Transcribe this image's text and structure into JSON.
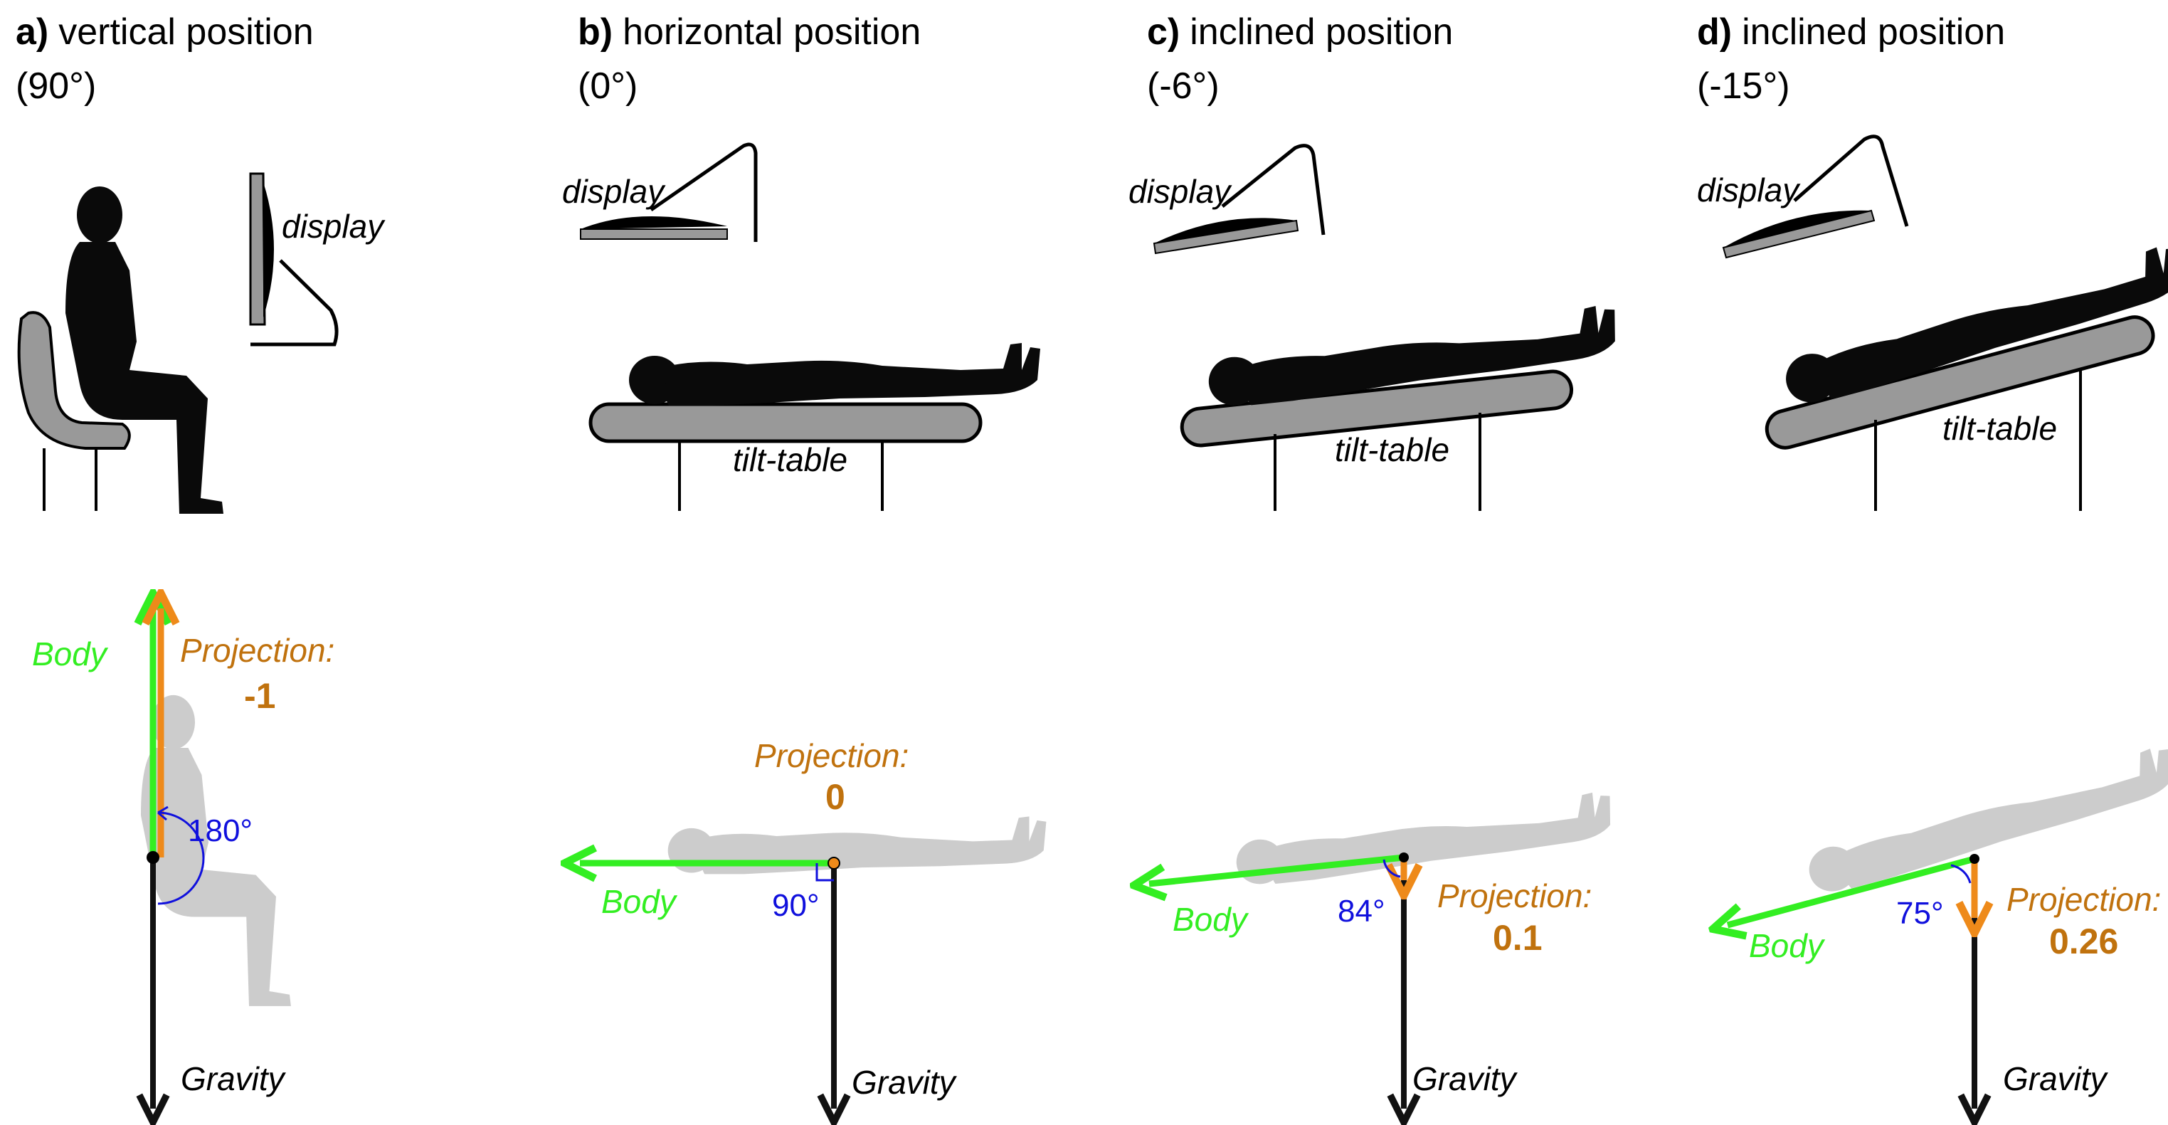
{
  "panels": [
    {
      "letter": "a)",
      "title": "vertical position",
      "angle_label": "(90°)",
      "display_label": "display",
      "table_label": "",
      "projection_label": "Projection:",
      "projection_value": "-1",
      "body_label": "Body",
      "gravity_label": "Gravity",
      "angle_text": "180°"
    },
    {
      "letter": "b)",
      "title": "horizontal position",
      "angle_label": "(0°)",
      "display_label": "display",
      "table_label": "tilt-table",
      "projection_label": "Projection:",
      "projection_value": "0",
      "body_label": "Body",
      "gravity_label": "Gravity",
      "angle_text": "90°"
    },
    {
      "letter": "c)",
      "title": "inclined position",
      "angle_label": "(-6°)",
      "display_label": "display",
      "table_label": "tilt-table",
      "projection_label": "Projection:",
      "projection_value": "0.1",
      "body_label": "Body",
      "gravity_label": "Gravity",
      "angle_text": "84°"
    },
    {
      "letter": "d)",
      "title": "inclined position",
      "angle_label": "(-15°)",
      "display_label": "display",
      "table_label": "tilt-table",
      "projection_label": "Projection:",
      "projection_value": "0.26",
      "body_label": "Body",
      "gravity_label": "Gravity",
      "angle_text": "75°"
    }
  ],
  "colors": {
    "body_vector": "#33ee22",
    "projection": "#ee8a1a",
    "projection_text": "#c0720e",
    "angle": "#1010dd",
    "gravity": "#111111",
    "silhouette": "#0a0a0a",
    "ghost": "#cccccc",
    "table": "#999999"
  }
}
